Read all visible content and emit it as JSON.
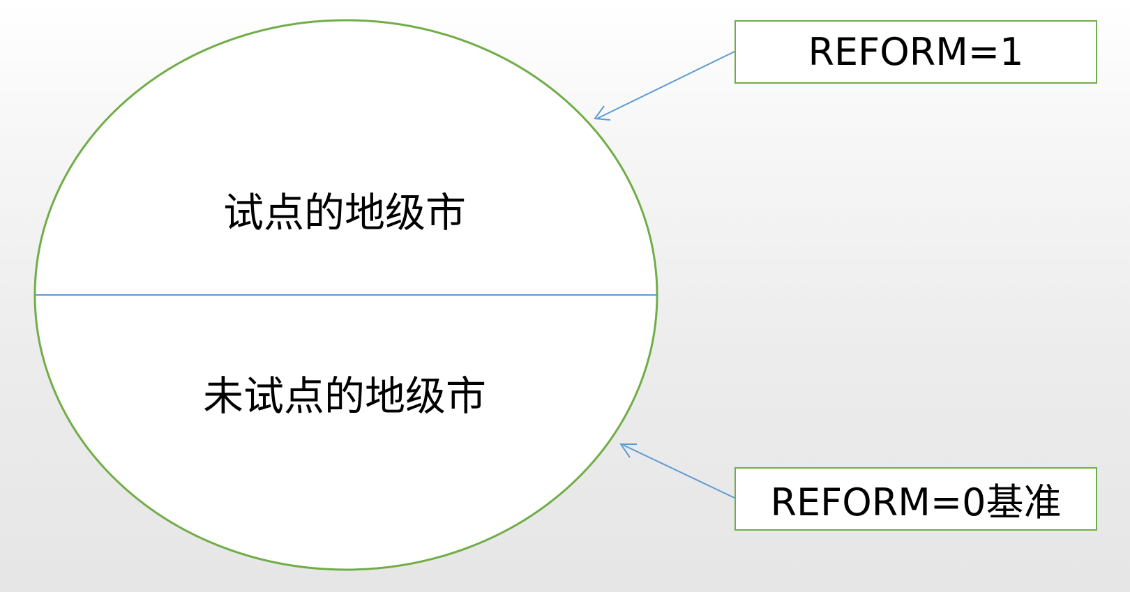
{
  "diagram": {
    "top_region_label": "试点的地级市",
    "bottom_region_label": "未试点的地级市",
    "callouts": {
      "top": "REFORM=1",
      "bottom": "REFORM=0基准"
    },
    "colors": {
      "ellipse_stroke": "#70ad47",
      "divider": "#5b9bd5",
      "arrow": "#5b9bd5",
      "box_border": "#70ad47"
    }
  }
}
